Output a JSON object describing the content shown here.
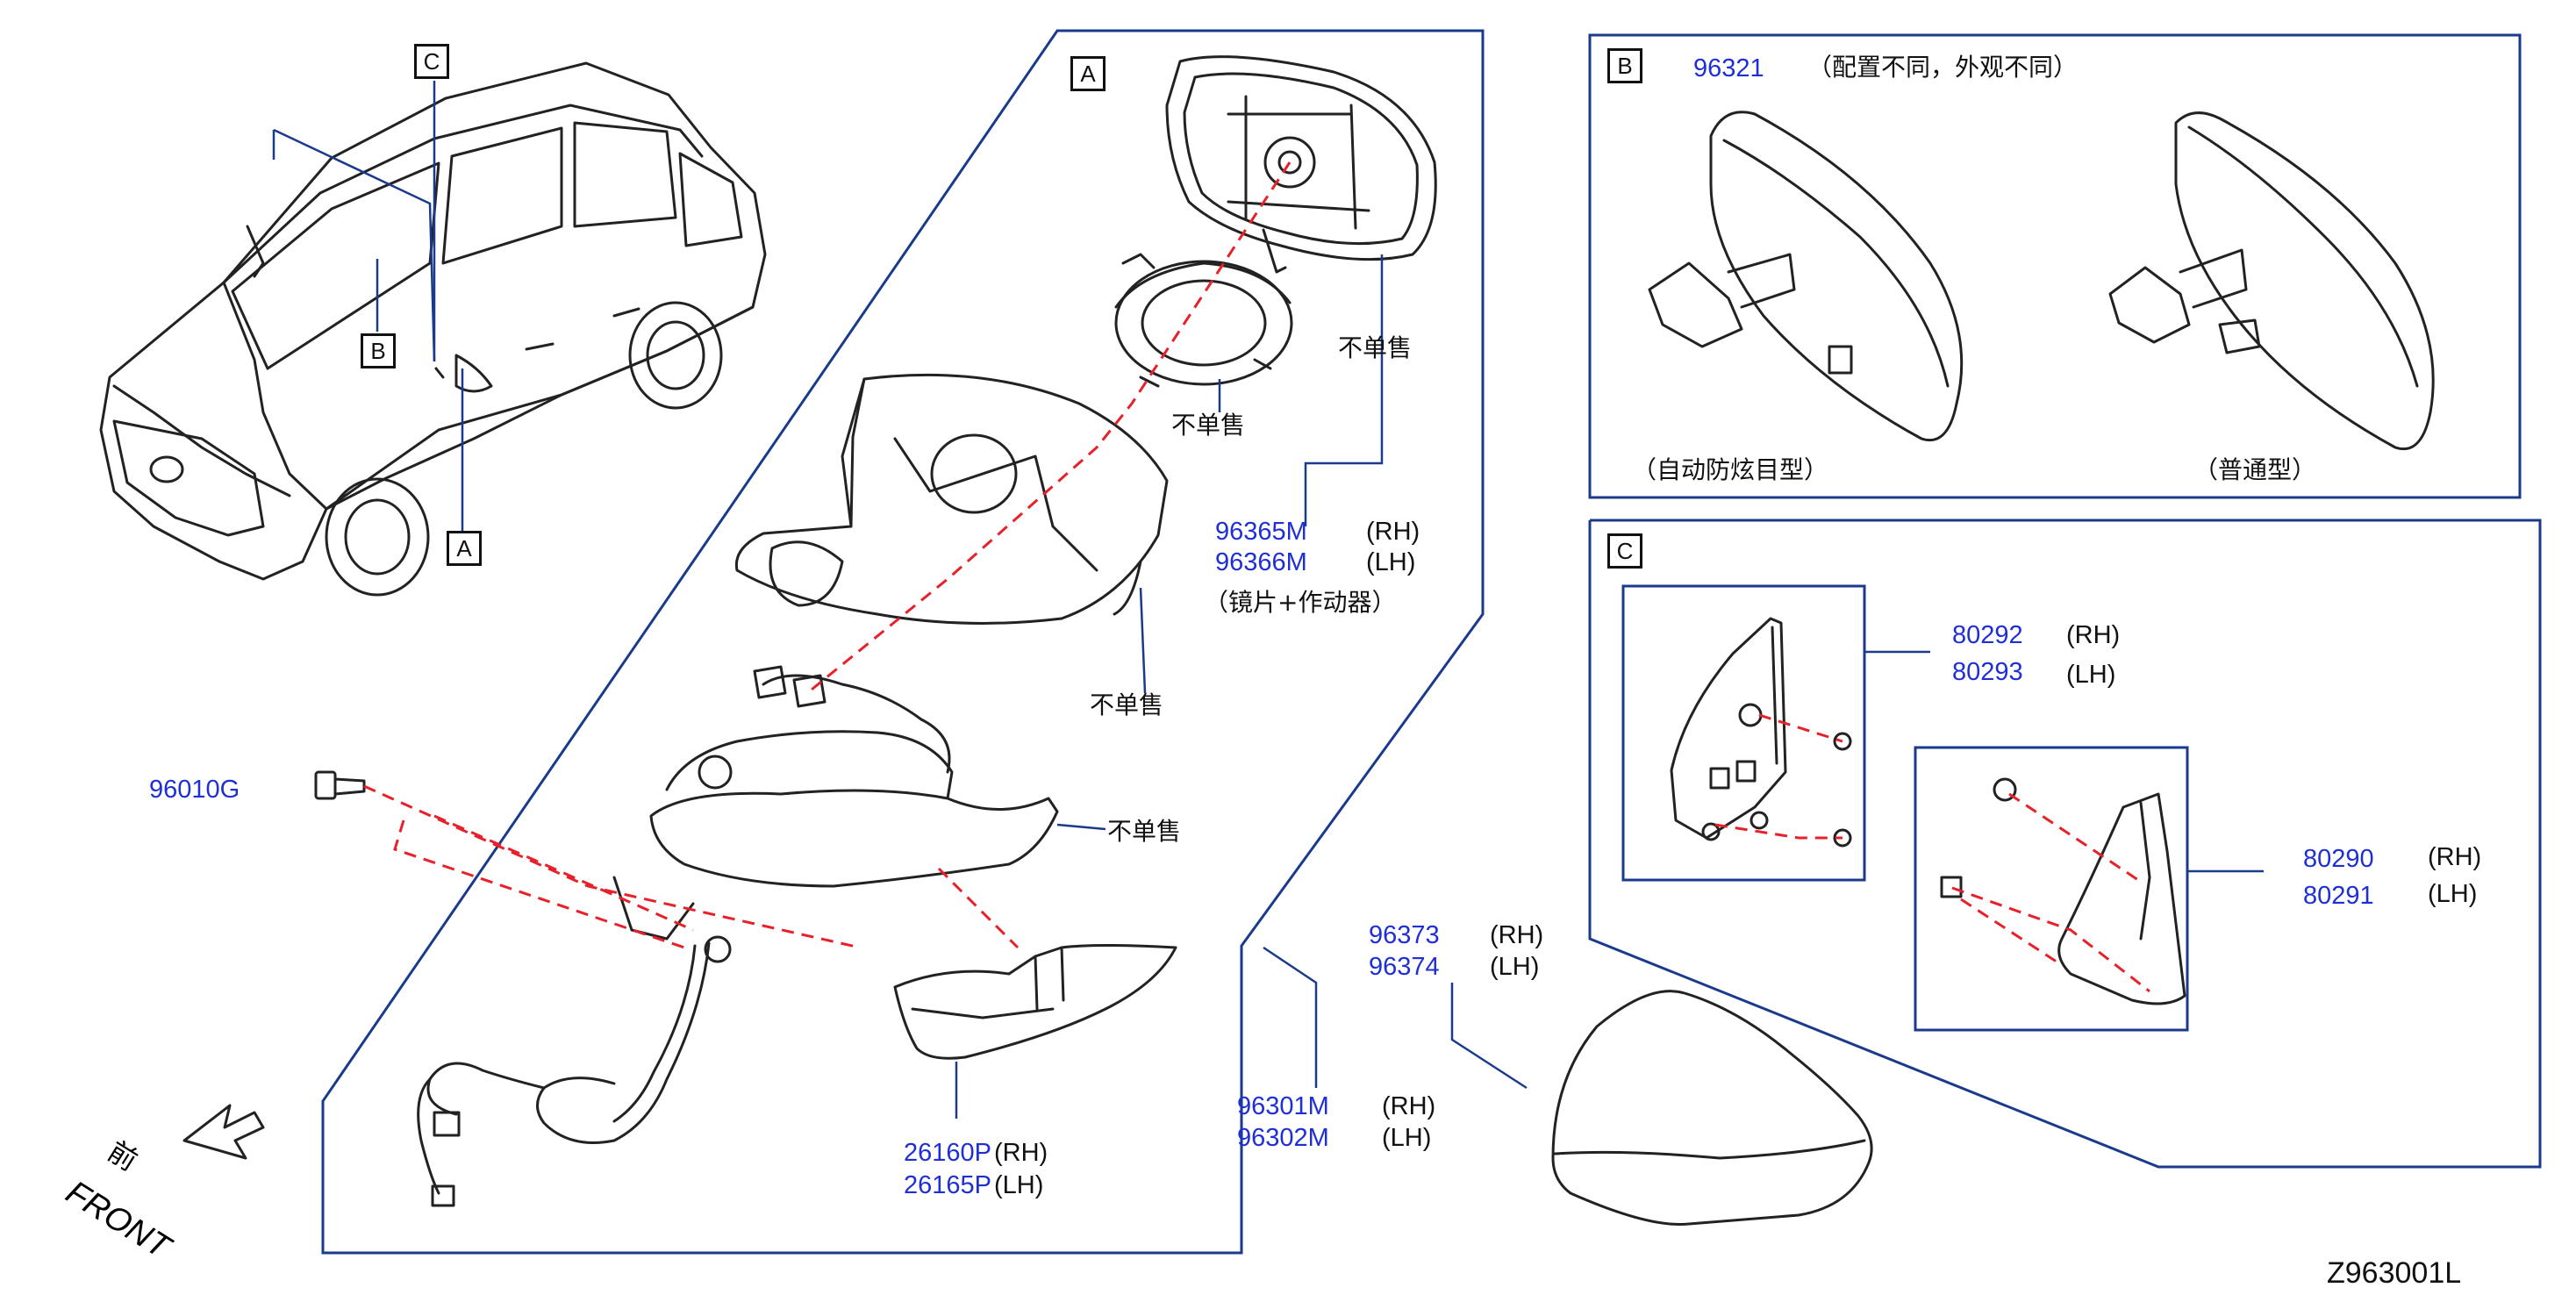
{
  "diagram_code": "Z963001L",
  "callouts": {
    "A": "A",
    "B": "B",
    "C": "C"
  },
  "section_a": {
    "not_sold": "不单售",
    "mirror_glass_actuator": {
      "rh": "96365M",
      "lh": "96366M",
      "note": "（镜片+作动器）"
    },
    "bolt": "96010G",
    "cover": {
      "rh": "96373",
      "lh": "96374"
    },
    "assembly": {
      "rh": "96301M",
      "lh": "96302M"
    },
    "turn_lamp": {
      "rh": "26160P",
      "lh": "26165P"
    }
  },
  "section_b": {
    "part": "96321",
    "note": "（配置不同，外观不同）",
    "variant_left": "（自动防炫目型）",
    "variant_right": "（普通型）"
  },
  "section_c": {
    "finisher_upper": {
      "rh": "80292",
      "lh": "80293"
    },
    "finisher_lower": {
      "rh": "80290",
      "lh": "80291"
    }
  },
  "labels": {
    "rh": "(RH)",
    "lh": "(LH)"
  },
  "front": {
    "en": "FRONT",
    "cn": "前"
  },
  "colors": {
    "part_number": "#1f2fd6",
    "frame": "#1a3a8c",
    "dashed_line": "#e8202a",
    "stroke": "#222222"
  }
}
